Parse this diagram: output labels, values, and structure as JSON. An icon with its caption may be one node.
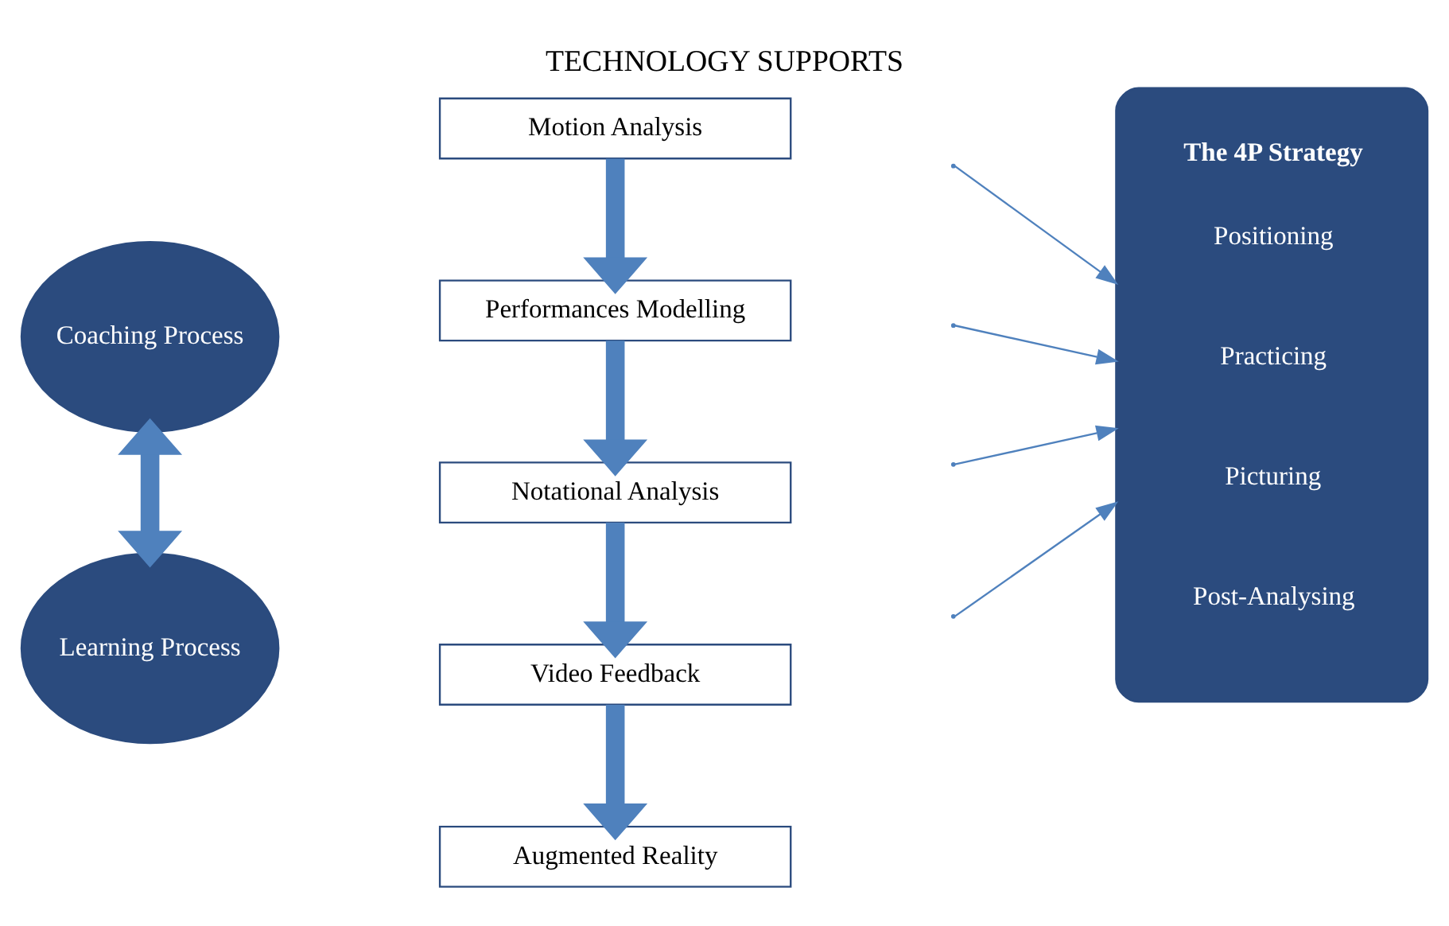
{
  "diagram": {
    "title": "TECHNOLOGY SUPPORTS",
    "nodes": [
      {
        "text": [
          "Coaching Process"
        ]
      },
      {
        "text": [
          "Learning Process"
        ]
      },
      {
        "text": [
          "Motion Analysis"
        ]
      },
      {
        "text": [
          "Performances Modelling"
        ]
      },
      {
        "text": [
          "Notational Analysis"
        ]
      },
      {
        "text": [
          "Video Feedback"
        ]
      },
      {
        "text": [
          "Augmented Reality"
        ]
      },
      {
        "text": [
          "The 4P Strategy",
          "Positioning",
          "Practicing",
          "Picturing",
          "Post-Analysing"
        ]
      }
    ],
    "edges": [
      {
        "from": 0,
        "to": 1,
        "arrow": "both"
      },
      {
        "from": 2,
        "to": 3,
        "arrow": "to"
      },
      {
        "from": 3,
        "to": 4,
        "arrow": "to"
      },
      {
        "from": 4,
        "to": 5,
        "arrow": "to"
      },
      {
        "from": 5,
        "to": 6,
        "arrow": "to"
      },
      {
        "from": null,
        "to": 7,
        "arrow": "to"
      },
      {
        "from": null,
        "to": 7,
        "arrow": "to"
      },
      {
        "from": null,
        "to": 7,
        "arrow": "to"
      },
      {
        "from": null,
        "to": 7,
        "arrow": "to"
      }
    ]
  }
}
